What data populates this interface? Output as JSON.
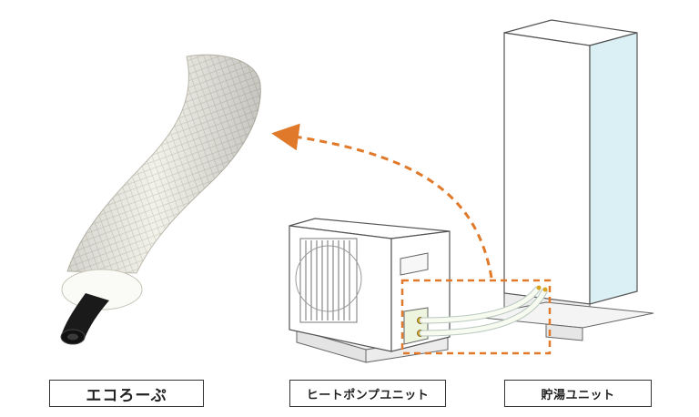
{
  "labels": {
    "pipe_product": "エコろーぷ",
    "heat_pump_unit": "ヒートポンプユニット",
    "hot_water_tank_unit": "貯湯ユニット"
  },
  "colors": {
    "arrow": "#e07a2a",
    "highlight_box": "#e07a2a",
    "tank_side": "#daf0f4",
    "pipe_insulation": "#f0efe8",
    "inner_pipe": "#1a1a1a",
    "outline": "#333333"
  }
}
